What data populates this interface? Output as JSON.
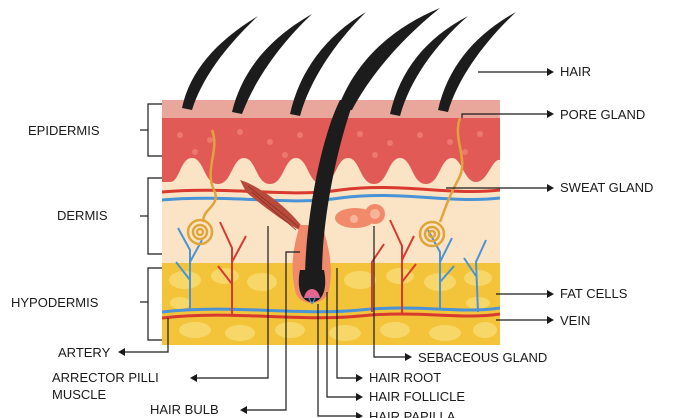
{
  "labels": {
    "left": {
      "epidermis": "EPIDERMIS",
      "dermis": "DERMIS",
      "hypodermis": "HYPODERMIS",
      "artery": "ARTERY",
      "arrector_line1": "ARRECTOR PILLI",
      "arrector_line2": "MUSCLE",
      "hair_bulb": "HAIR BULB"
    },
    "right": {
      "hair": "HAIR",
      "pore_gland": "PORE GLAND",
      "sweat_gland": "SWEAT GLAND",
      "fat_cells": "FAT CELLS",
      "vein": "VEIN"
    },
    "bottom": {
      "sebaceous_gland": "SEBACEOUS GLAND",
      "hair_root": "HAIR ROOT",
      "hair_follicle": "HAIR FOLLICLE",
      "hair_papilla": "HAIR PAPILLA"
    }
  },
  "colors": {
    "epidermis_top": "#e8a79a",
    "epidermis": "#e25a55",
    "dermis": "#fbe4c6",
    "hypodermis": "#f3c43a",
    "fat_cell": "#f6d25c",
    "vein": "#4a93d6",
    "artery": "#d83a30",
    "hair": "#1c1c1c",
    "sweat_gland": "#e0a43a",
    "sebaceous": "#f08a6a"
  }
}
